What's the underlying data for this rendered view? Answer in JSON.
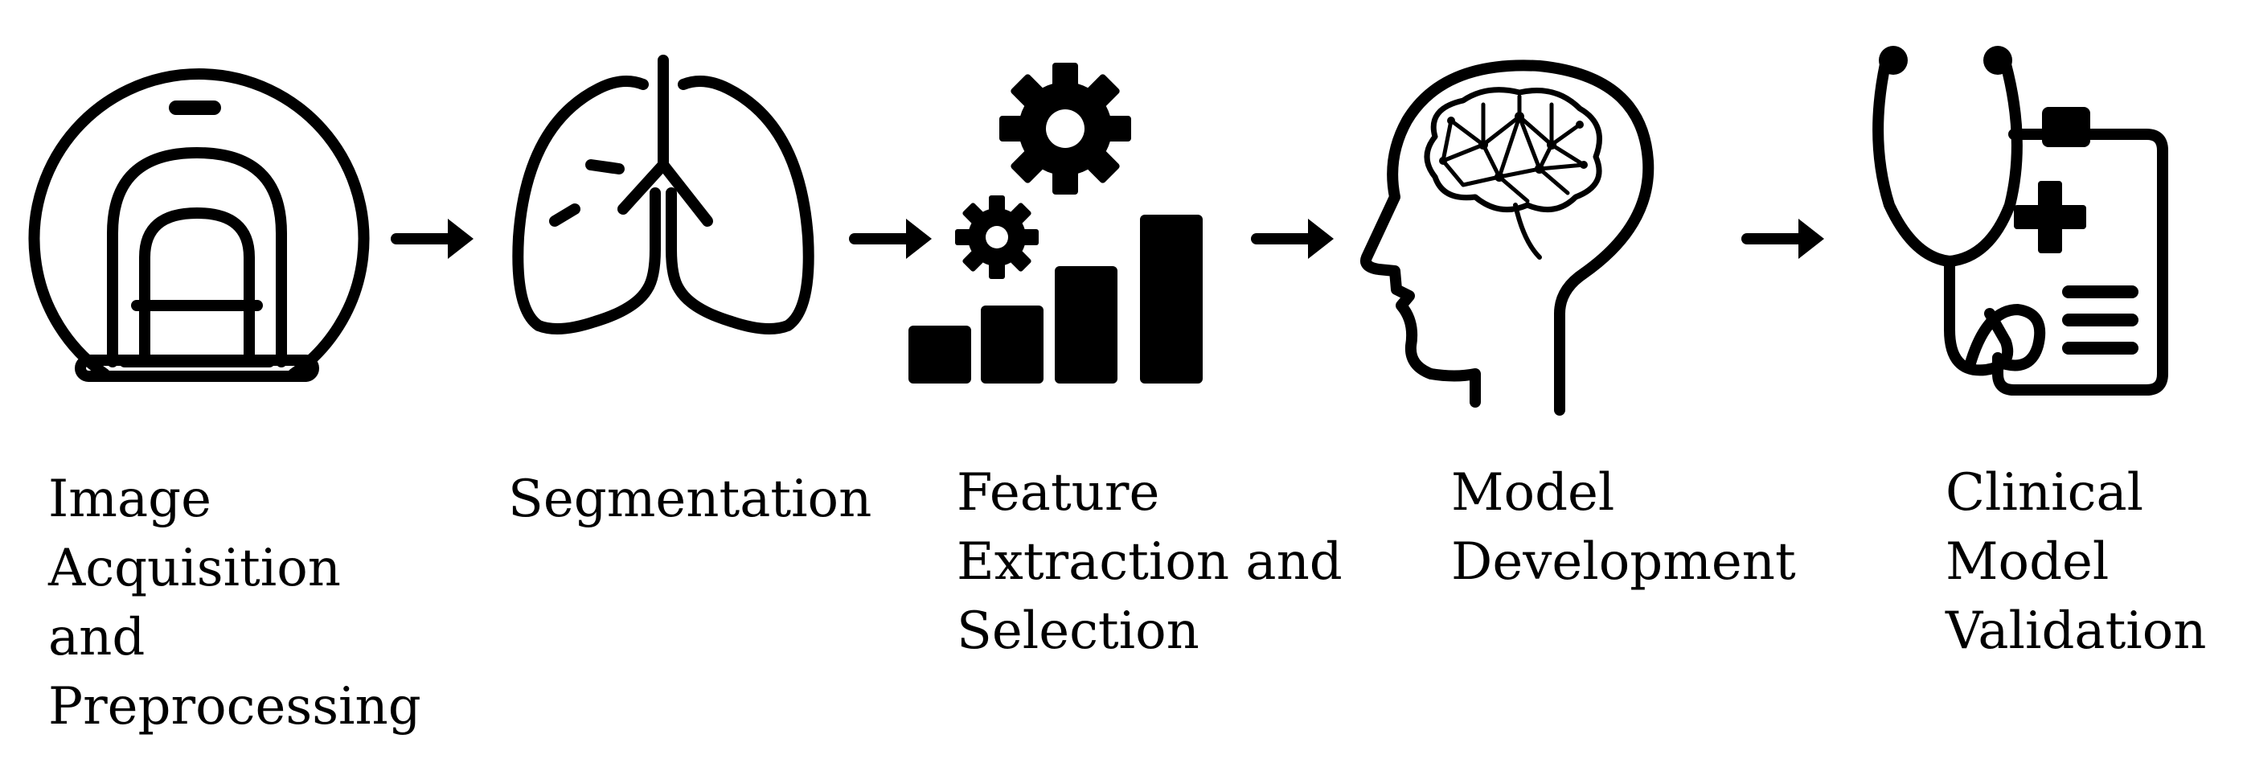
{
  "steps": [
    {
      "label": " Image\nAcquisition\nand\nPreprocessing",
      "icon": "mri-scanner-icon"
    },
    {
      "label": "Segmentation",
      "icon": "lungs-icon"
    },
    {
      "label": "Feature\nExtraction and\nSelection",
      "icon": "gears-bar-chart-icon"
    },
    {
      "label": "Model\nDevelopment",
      "icon": "brain-head-icon"
    },
    {
      "label": "Clinical\nModel\nValidation",
      "icon": "stethoscope-clipboard-icon"
    }
  ],
  "colors": {
    "ink": "#000000",
    "background": "#ffffff"
  }
}
